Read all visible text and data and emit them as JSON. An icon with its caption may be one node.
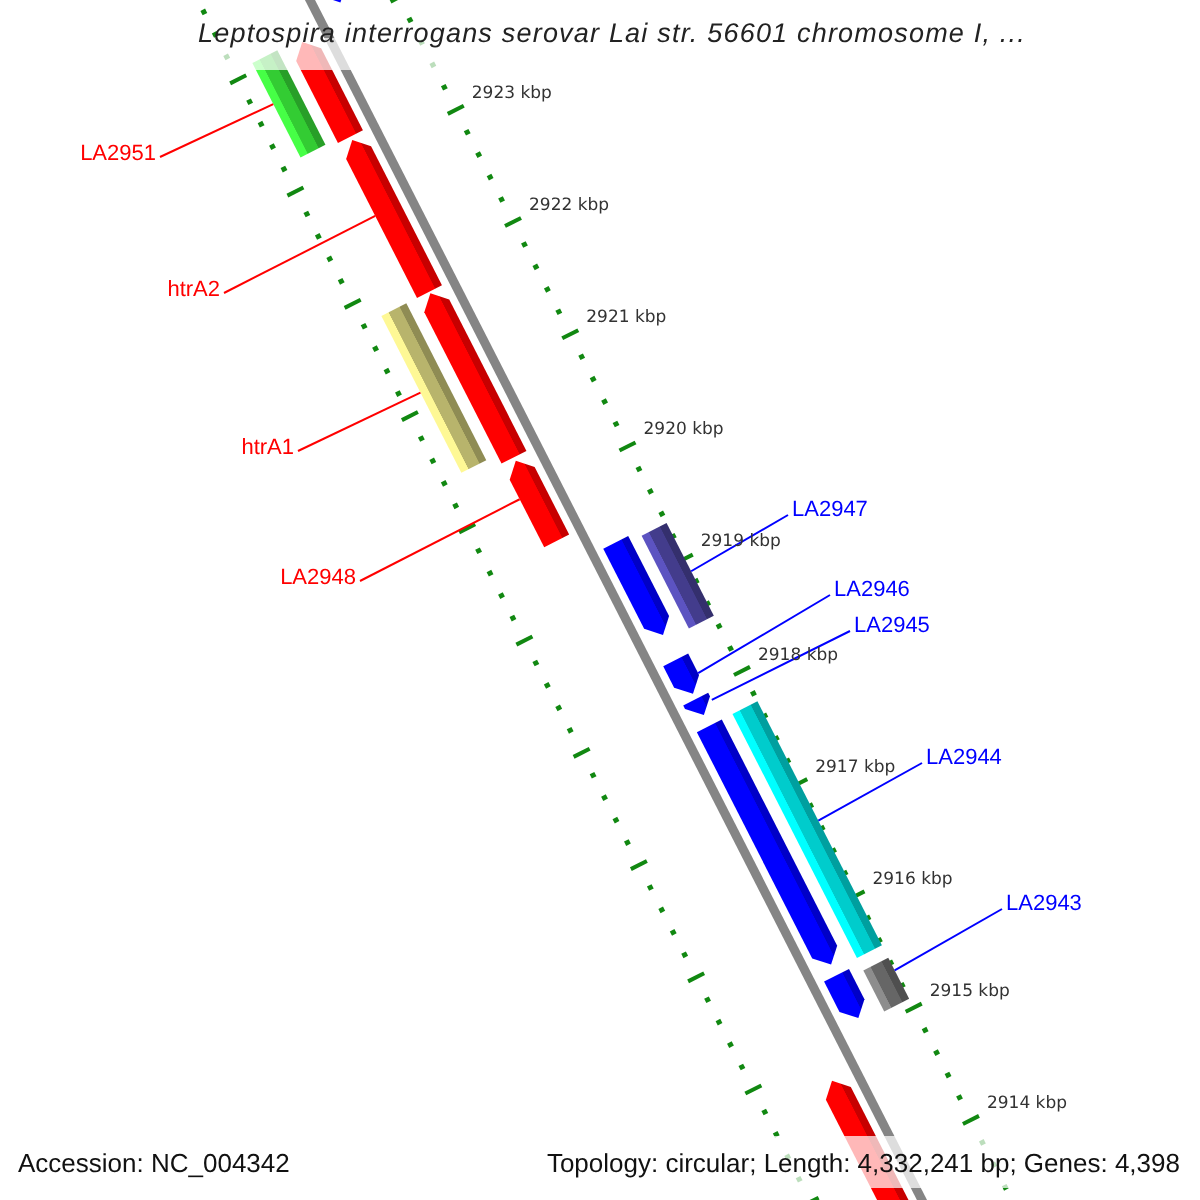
{
  "diagram": {
    "title": "Leptospira interrogans serovar Lai str. 56601 chromosome I, ...",
    "nodes": [
      {
        "text": [
          "LA2951"
        ]
      },
      {
        "text": [
          "htrA2"
        ]
      },
      {
        "text": [
          "htrA1"
        ]
      },
      {
        "text": [
          "LA2948"
        ]
      },
      {
        "text": [
          "LA2947"
        ]
      },
      {
        "text": [
          "LA2946"
        ]
      },
      {
        "text": [
          "LA2945"
        ]
      },
      {
        "text": [
          "LA2944"
        ]
      },
      {
        "text": [
          "LA2943"
        ]
      },
      {
        "text": [],
        "shape": "bar"
      },
      {
        "text": [],
        "shape": "bar"
      },
      {
        "text": [],
        "shape": "bar"
      },
      {
        "text": [],
        "shape": "bar"
      },
      {
        "text": [],
        "shape": "bar"
      },
      {
        "text": [],
        "shape": "bar"
      },
      {
        "text": [],
        "shape": "bar"
      },
      {
        "text": [],
        "shape": "bar"
      },
      {
        "text": [],
        "shape": "bar"
      },
      {
        "text": [],
        "shape": "bar"
      },
      {
        "text": [],
        "shape": "bar"
      },
      {
        "text": [],
        "shape": "bar"
      },
      {
        "text": [],
        "shape": "bar"
      },
      {
        "text": [],
        "shape": "bar"
      },
      {
        "text": [],
        "shape": "bar"
      },
      {
        "text": [],
        "shape": "bar"
      }
    ],
    "edges": [
      {
        "from": 0,
        "to": 10,
        "arrow": "none",
        "color": "#ff0000"
      },
      {
        "from": 1,
        "to": 12,
        "arrow": "none",
        "color": "#ff0000"
      },
      {
        "from": 2,
        "to": 13,
        "arrow": "none",
        "color": "#ff0000"
      },
      {
        "from": 3,
        "to": 15,
        "arrow": "none",
        "color": "#ff0000"
      },
      {
        "from": 4,
        "to": 17,
        "arrow": "none",
        "color": "#0000ff"
      },
      {
        "from": 5,
        "to": 18,
        "arrow": "none",
        "color": "#0000ff"
      },
      {
        "from": 6,
        "to": 19,
        "arrow": "none",
        "color": "#0000ff"
      },
      {
        "from": 7,
        "to": 21,
        "arrow": "none",
        "color": "#0000ff"
      },
      {
        "from": 8,
        "to": 23,
        "arrow": "none",
        "color": "#0000ff"
      }
    ],
    "labels": [
      "2923 kbp",
      "2922 kbp",
      "2921 kbp",
      "2920 kbp",
      "2919 kbp",
      "2918 kbp",
      "2917 kbp",
      "2916 kbp",
      "2915 kbp",
      "2914 kbp",
      "Accession: NC_004342",
      "Topology: circular; Length: 4,332,241 bp; Genes: 4,398"
    ]
  }
}
